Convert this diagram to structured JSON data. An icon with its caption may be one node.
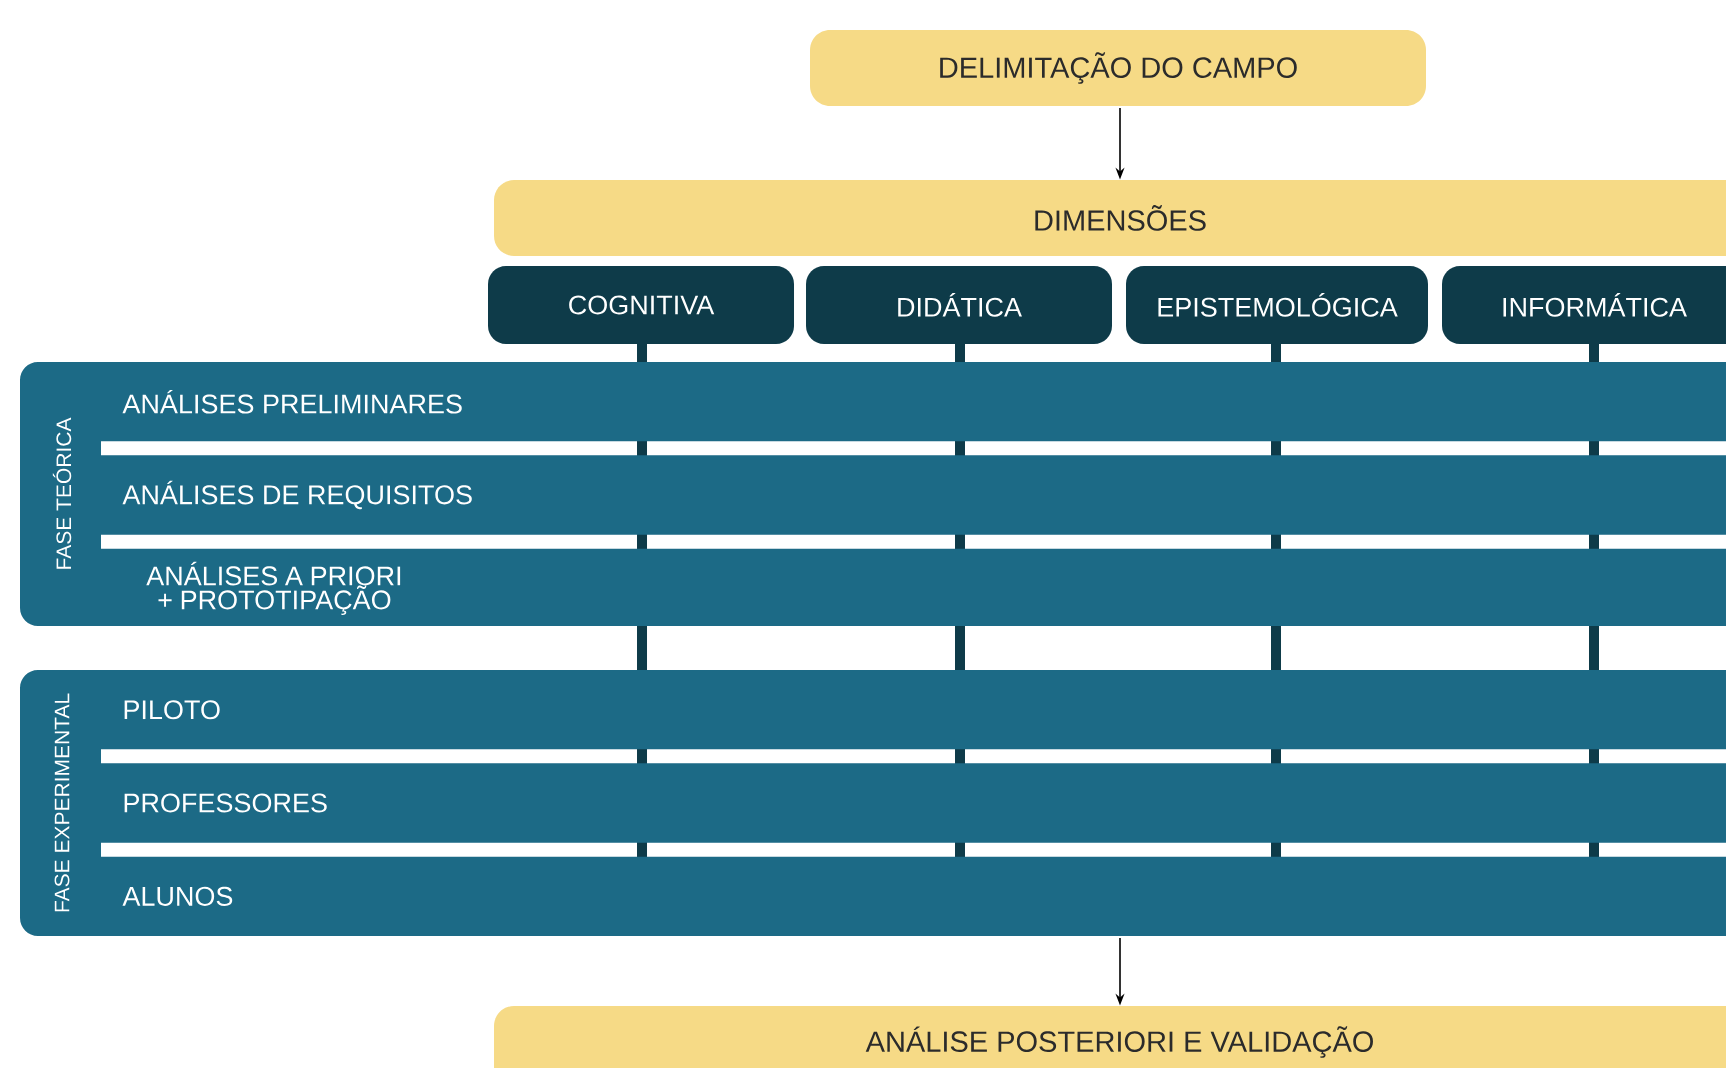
{
  "diagram": {
    "nodes": [
      {
        "text": [
          "DELIMITAÇÃO DO CAMPO"
        ]
      },
      {
        "text": [
          "DIMENSÕES"
        ]
      },
      {
        "text": [
          "COGNITIVA"
        ]
      },
      {
        "text": [
          "DIDÁTICA"
        ]
      },
      {
        "text": [
          "EPISTEMOLÓGICA"
        ]
      },
      {
        "text": [
          "INFORMÁTICA"
        ]
      },
      {
        "text": [
          "FASE TEÓRICA"
        ]
      },
      {
        "text": [
          "ANÁLISES PRELIMINARES"
        ],
        "in": 6
      },
      {
        "text": [
          "ANÁLISES DE REQUISITOS"
        ],
        "in": 6
      },
      {
        "text": [
          "ANÁLISES A PRIORI + PROTOTIPAÇÃO"
        ],
        "in": 6
      },
      {
        "text": [
          "FASE EXPERIMENTAL"
        ]
      },
      {
        "text": [
          "PILOTO"
        ],
        "in": 10
      },
      {
        "text": [
          "PROFESSORES"
        ],
        "in": 10
      },
      {
        "text": [
          "ALUNOS"
        ],
        "in": 10
      },
      {
        "text": [
          "ANÁLISE POSTERIORI E VALIDAÇÃO"
        ]
      }
    ],
    "edges": [
      {
        "from": 0,
        "to": 1,
        "arrow": "to"
      },
      {
        "from": 10,
        "to": 14,
        "arrow": "to"
      },
      {
        "from": 2,
        "to": 10,
        "arrow": "none"
      },
      {
        "from": 3,
        "to": 10,
        "arrow": "none"
      },
      {
        "from": 4,
        "to": 10,
        "arrow": "none"
      },
      {
        "from": 5,
        "to": 10,
        "arrow": "none"
      }
    ]
  }
}
